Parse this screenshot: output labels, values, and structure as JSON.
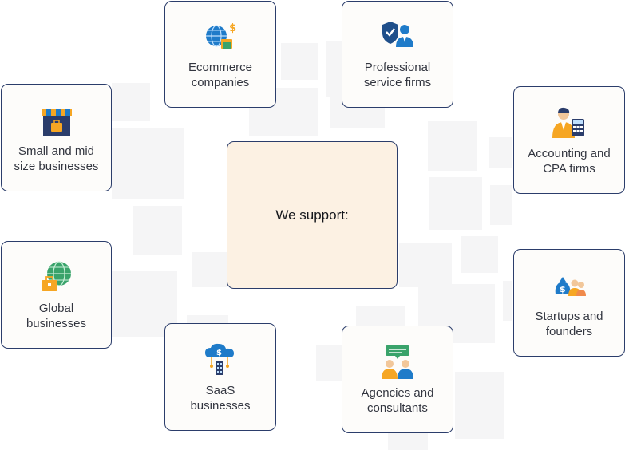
{
  "center_label": "We support:",
  "colors": {
    "card_border": "#2b3d6b",
    "card_bg": "#fdfcfa",
    "center_bg": "#fcf1e3",
    "text": "#333640",
    "icon_blue": "#1f7bc9",
    "icon_orange": "#f6a623",
    "icon_green": "#3aa36b"
  },
  "cards": [
    {
      "label": "Ecommerce\ncompanies",
      "icon": "globe-cart-icon"
    },
    {
      "label": "Professional\nservice firms",
      "icon": "shield-person-icon"
    },
    {
      "label": "Small and mid\nsize businesses",
      "icon": "storefront-icon"
    },
    {
      "label": "Accounting and\nCPA firms",
      "icon": "accountant-calculator-icon"
    },
    {
      "label": "Global\nbusinesses",
      "icon": "globe-briefcase-icon"
    },
    {
      "label": "Startups and\nfounders",
      "icon": "money-bag-people-icon"
    },
    {
      "label": "SaaS\nbusinesses",
      "icon": "cloud-building-icon"
    },
    {
      "label": "Agencies and\nconsultants",
      "icon": "consultants-chat-icon"
    }
  ]
}
